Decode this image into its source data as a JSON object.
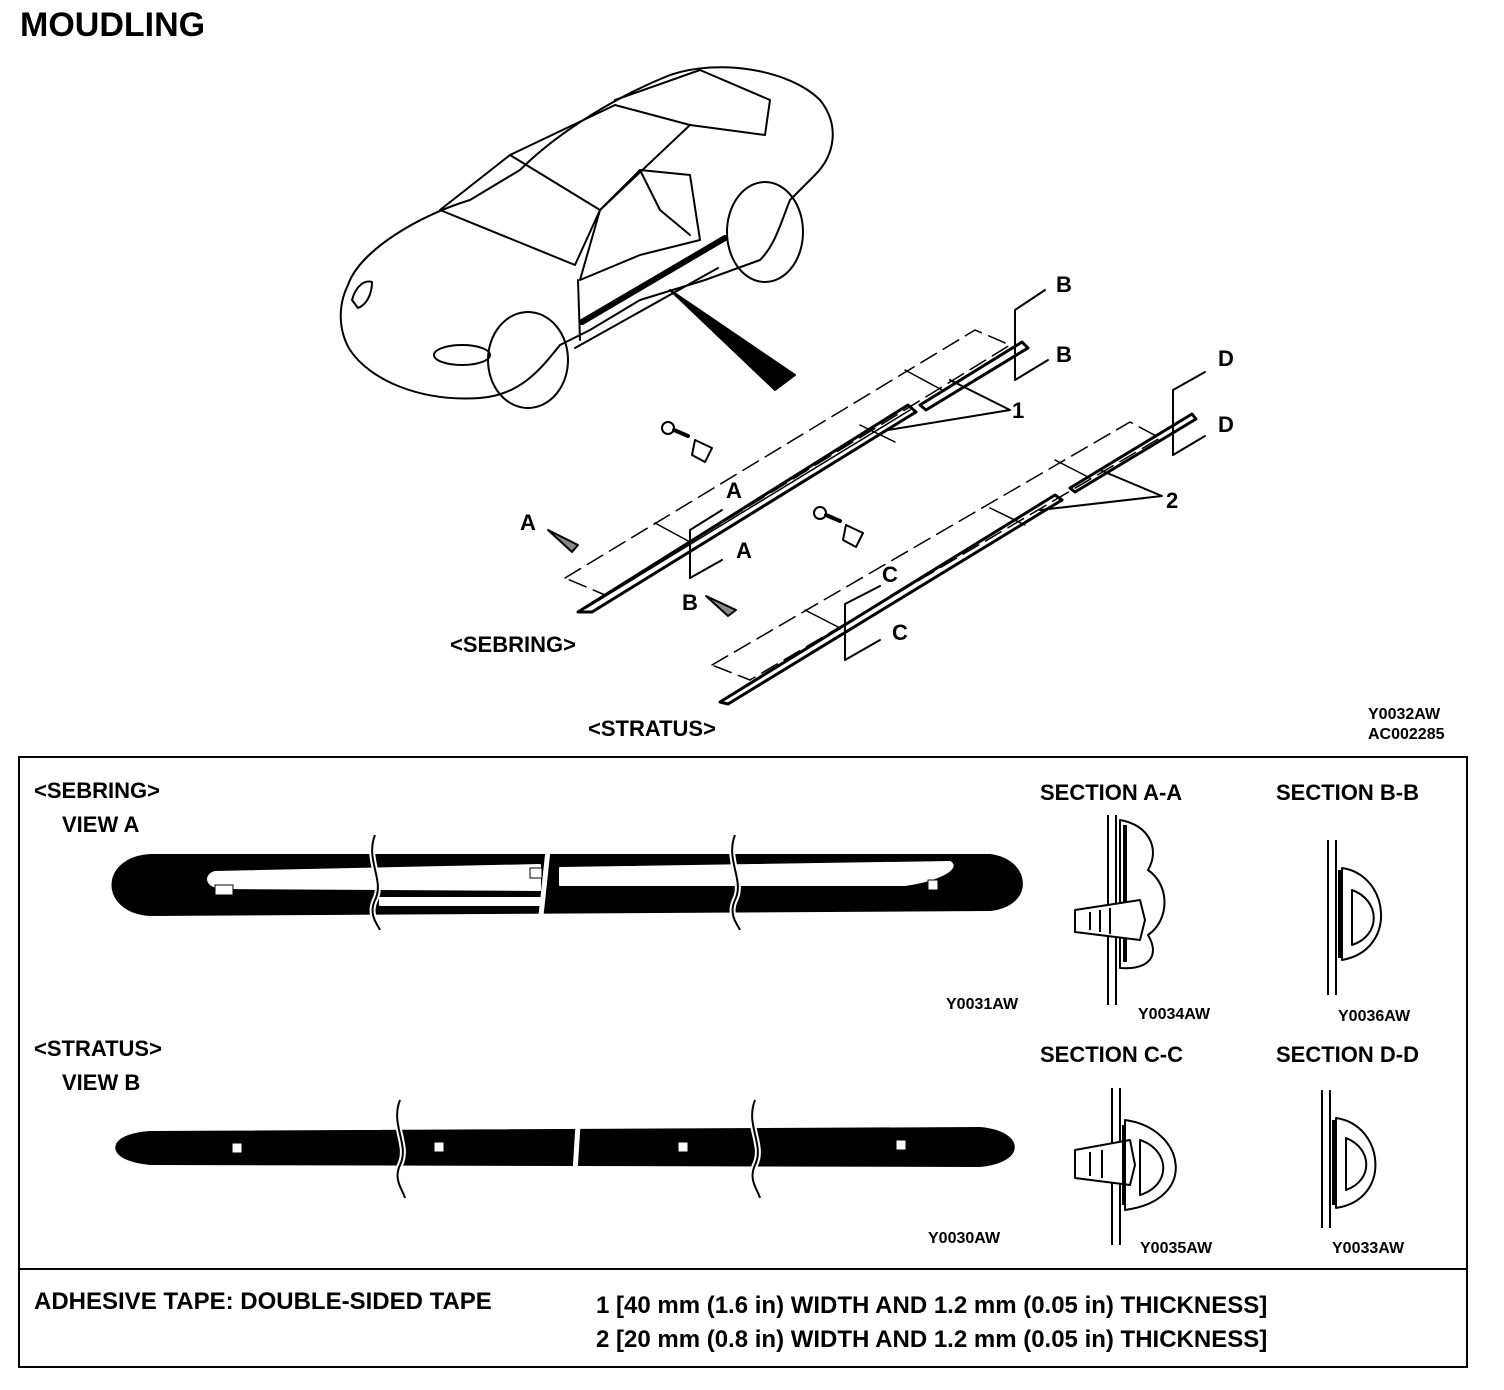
{
  "title": "MOUDLING",
  "top_diagram": {
    "label_sebring": "<SEBRING>",
    "label_stratus": "<STRATUS>",
    "code_1": "Y0032AW",
    "code_2": "AC002285",
    "callouts": {
      "A1": "A",
      "A2": "A",
      "A3": "A",
      "B1": "B",
      "B2": "B",
      "B3": "B",
      "C1": "C",
      "C2": "C",
      "D1": "D",
      "D2": "D",
      "n1": "1",
      "n2": "2"
    }
  },
  "box": {
    "sebring": {
      "label": "<SEBRING>",
      "view": "VIEW A",
      "view_code": "Y0031AW",
      "section_a_title": "SECTION A-A",
      "section_a_code": "Y0034AW",
      "section_b_title": "SECTION B-B",
      "section_b_code": "Y0036AW"
    },
    "stratus": {
      "label": "<STRATUS>",
      "view": "VIEW B",
      "view_code": "Y0030AW",
      "section_c_title": "SECTION C-C",
      "section_c_code": "Y0035AW",
      "section_d_title": "SECTION D-D",
      "section_d_code": "Y0033AW"
    },
    "footer": {
      "adhesive": "ADHESIVE TAPE: DOUBLE-SIDED TAPE",
      "line1": "1 [40 mm (1.6 in) WIDTH AND 1.2 mm (0.05 in) THICKNESS]",
      "line2": "2 [20 mm (0.8 in) WIDTH AND 1.2 mm (0.05 in) THICKNESS]"
    }
  }
}
